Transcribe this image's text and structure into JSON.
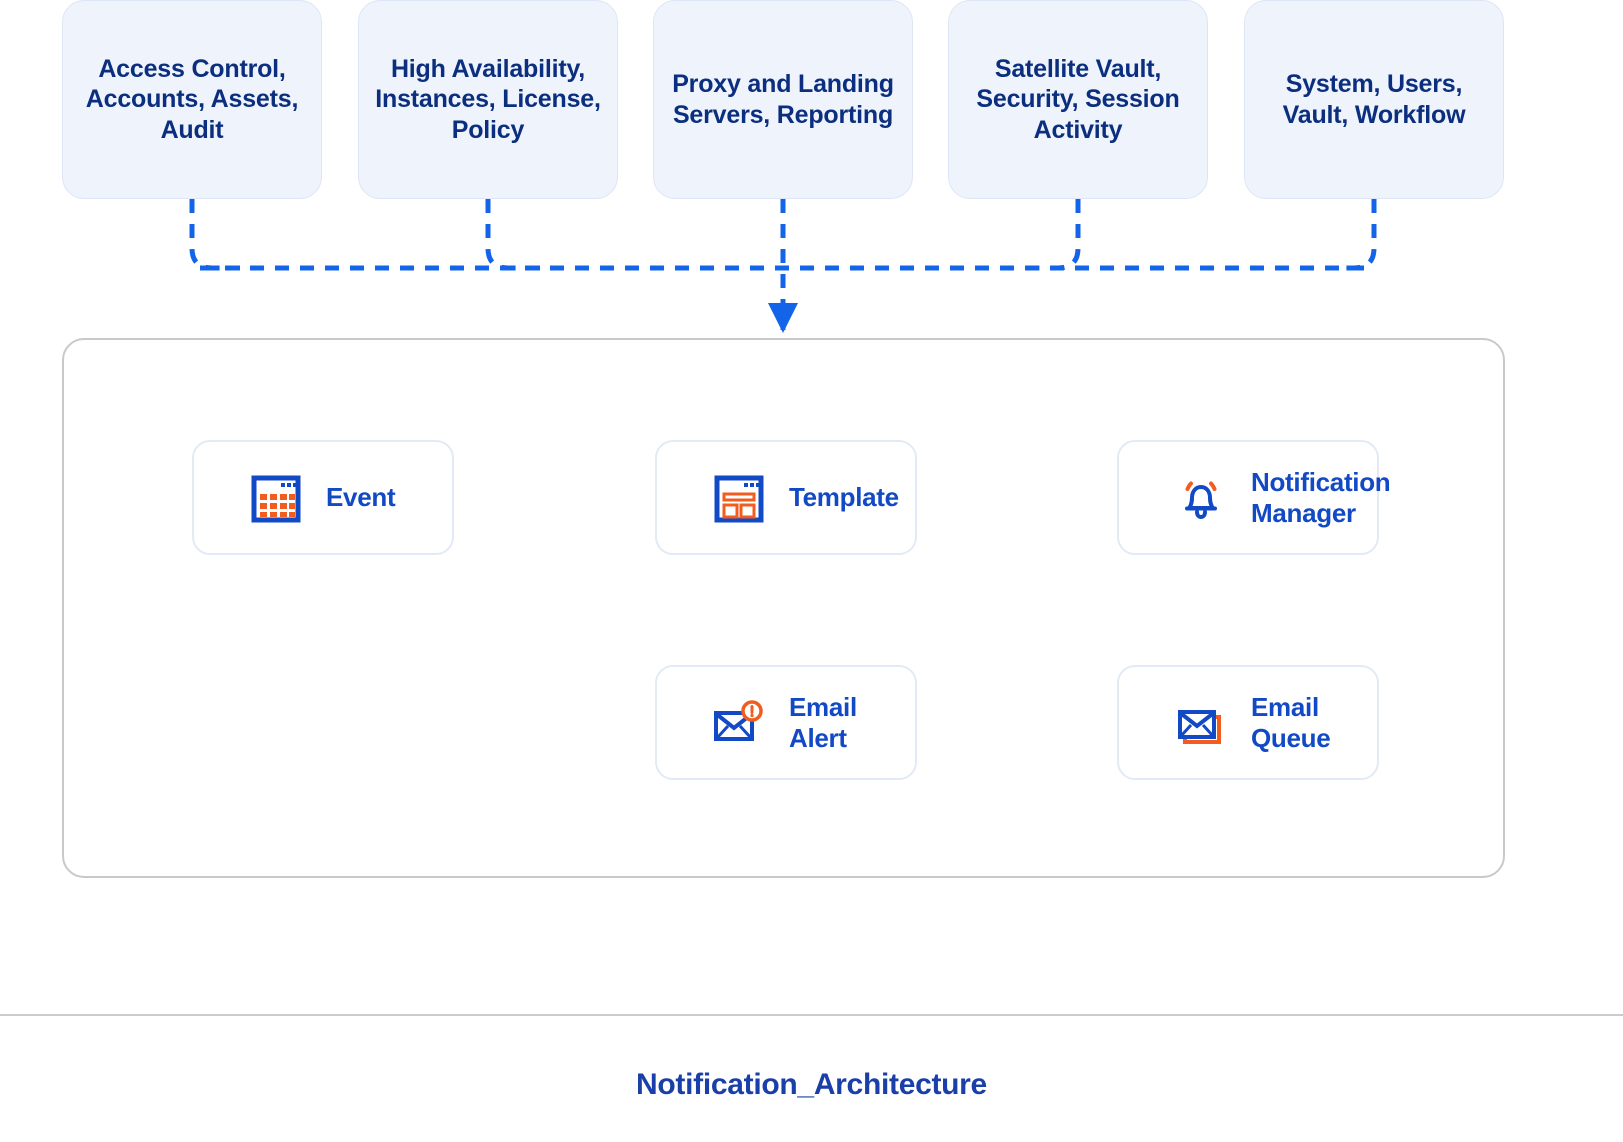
{
  "diagram": {
    "caption": "Notification_Architecture",
    "colors": {
      "accent_blue": "#1249c4",
      "dark_blue": "#0b2f7e",
      "orange": "#f25c1f",
      "connector_blue": "#1364e8",
      "source_fill": "#eef3fc",
      "card_border": "#e2eaf6",
      "container_border": "#c9c9c9"
    },
    "sources": [
      {
        "label": "Access Control,\nAccounts,\nAssets, Audit"
      },
      {
        "label": "High Availability,\nInstances,\nLicense, Policy"
      },
      {
        "label": "Proxy and\nLanding Servers,\nReporting"
      },
      {
        "label": "Satellite Vault,\nSecurity,\nSession Activity"
      },
      {
        "label": "System, Users,\nVault, Workflow"
      }
    ],
    "nodes": [
      {
        "label": "Event",
        "icon": "calendar-grid-icon"
      },
      {
        "label": "Template",
        "icon": "browser-template-icon"
      },
      {
        "label": "Notification\nManager",
        "icon": "bell-icon"
      },
      {
        "label": "Email\nAlert",
        "icon": "envelope-alert-icon"
      },
      {
        "label": "Email\nQueue",
        "icon": "envelope-stack-icon"
      }
    ],
    "flows": [
      {
        "from": "Event",
        "to": "Template",
        "style": "dashed"
      },
      {
        "from": "Template",
        "to": "Notification Manager",
        "style": "dashed"
      },
      {
        "from": "Email Queue",
        "to": "Email Alert",
        "style": "dashed"
      },
      {
        "from": "Sources bus",
        "to": "Notification container",
        "style": "dashed"
      }
    ]
  }
}
